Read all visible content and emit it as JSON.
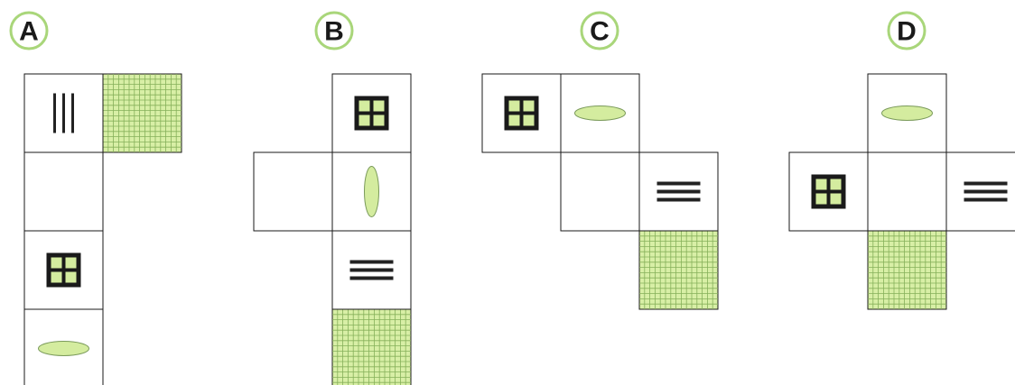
{
  "colors": {
    "background": "#ffffff",
    "cell_border": "#1a1a1a",
    "light_green": "#d4ec9f",
    "grid_green": "#d8efa6",
    "grid_line": "#86b05a",
    "badge_ring": "#a9d67a",
    "symbol_dark": "#222222"
  },
  "options": [
    {
      "label": "A",
      "cells": [
        {
          "face": "vertical-lines-icon"
        },
        {
          "face": "green-grid-pattern"
        },
        {
          "face": "blank-face"
        },
        {
          "face": "window-icon"
        },
        {
          "face": "horizontal-ellipse-icon"
        }
      ]
    },
    {
      "label": "B",
      "cells": [
        {
          "face": "window-icon"
        },
        {
          "face": "blank-face"
        },
        {
          "face": "vertical-ellipse-icon"
        },
        {
          "face": "horizontal-lines-icon"
        },
        {
          "face": "green-grid-pattern"
        }
      ]
    },
    {
      "label": "C",
      "cells": [
        {
          "face": "window-icon"
        },
        {
          "face": "horizontal-ellipse-icon"
        },
        {
          "face": "blank-face"
        },
        {
          "face": "horizontal-lines-icon"
        },
        {
          "face": "green-grid-pattern"
        }
      ]
    },
    {
      "label": "D",
      "cells": [
        {
          "face": "horizontal-ellipse-icon"
        },
        {
          "face": "window-icon"
        },
        {
          "face": "blank-face"
        },
        {
          "face": "horizontal-lines-icon"
        },
        {
          "face": "green-grid-pattern"
        }
      ]
    }
  ]
}
